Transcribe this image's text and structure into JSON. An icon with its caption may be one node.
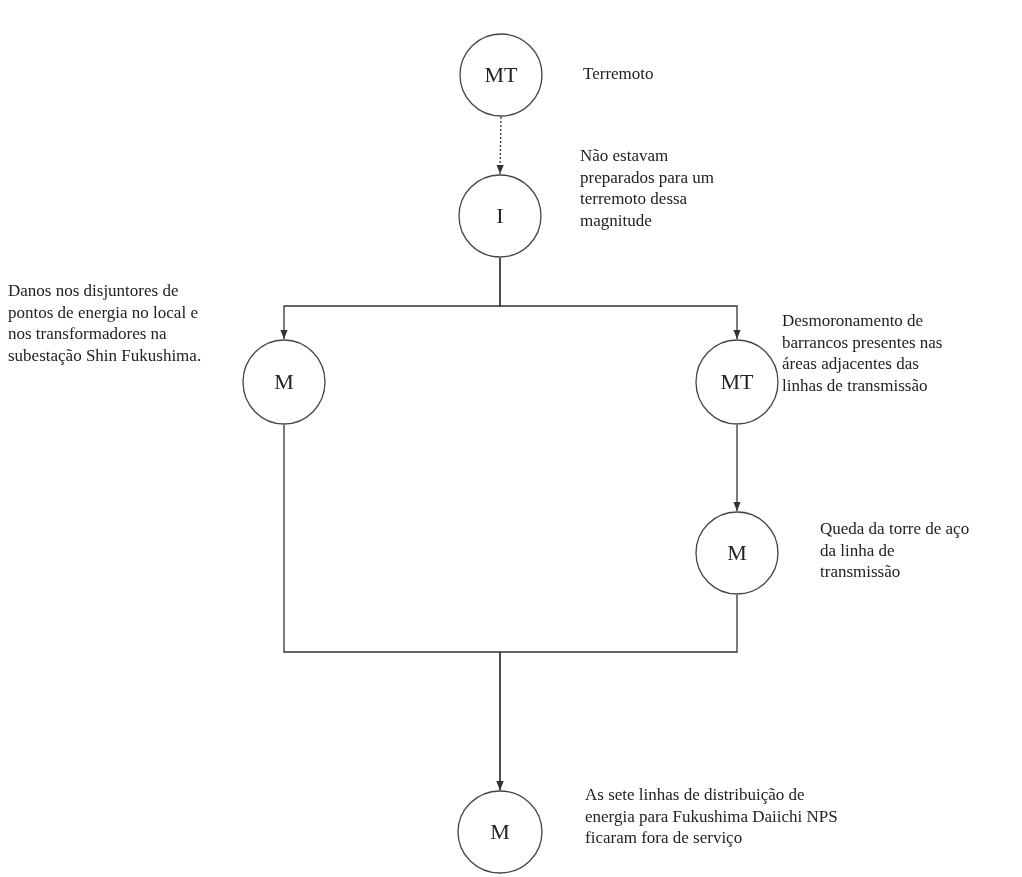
{
  "diagram": {
    "nodes": [
      {
        "text": [
          "MT"
        ],
        "beside": [
          "Terremoto"
        ]
      },
      {
        "text": [
          "I"
        ],
        "beside": [
          "Não estavam preparados para um terremoto dessa magnitude"
        ]
      },
      {
        "text": [
          "M"
        ],
        "beside": [
          "Danos nos disjuntores de pontos de energia no local e nos transformadores na subestação Shin Fukushima."
        ]
      },
      {
        "text": [
          "MT"
        ],
        "beside": [
          "Desmoronamento de barrancos presentes nas áreas adjacentes das linhas de transmissão"
        ]
      },
      {
        "text": [
          "M"
        ],
        "beside": [
          "Queda da torre de aço da linha de transmissão"
        ]
      },
      {
        "text": [
          "M"
        ],
        "beside": [
          "As sete linhas de distribuição de energia para Fukushima Daiichi NPS ficaram fora de serviço"
        ]
      }
    ],
    "edges": [
      {
        "from": 0,
        "to": 1,
        "arrow": "to",
        "style": "dashed"
      },
      {
        "from": 1,
        "to": 2,
        "arrow": "to"
      },
      {
        "from": 1,
        "to": 3,
        "arrow": "to"
      },
      {
        "from": 3,
        "to": 4,
        "arrow": "to"
      },
      {
        "from": 2,
        "to": 5,
        "arrow": "to"
      },
      {
        "from": 4,
        "to": 5,
        "arrow": "to"
      }
    ]
  }
}
